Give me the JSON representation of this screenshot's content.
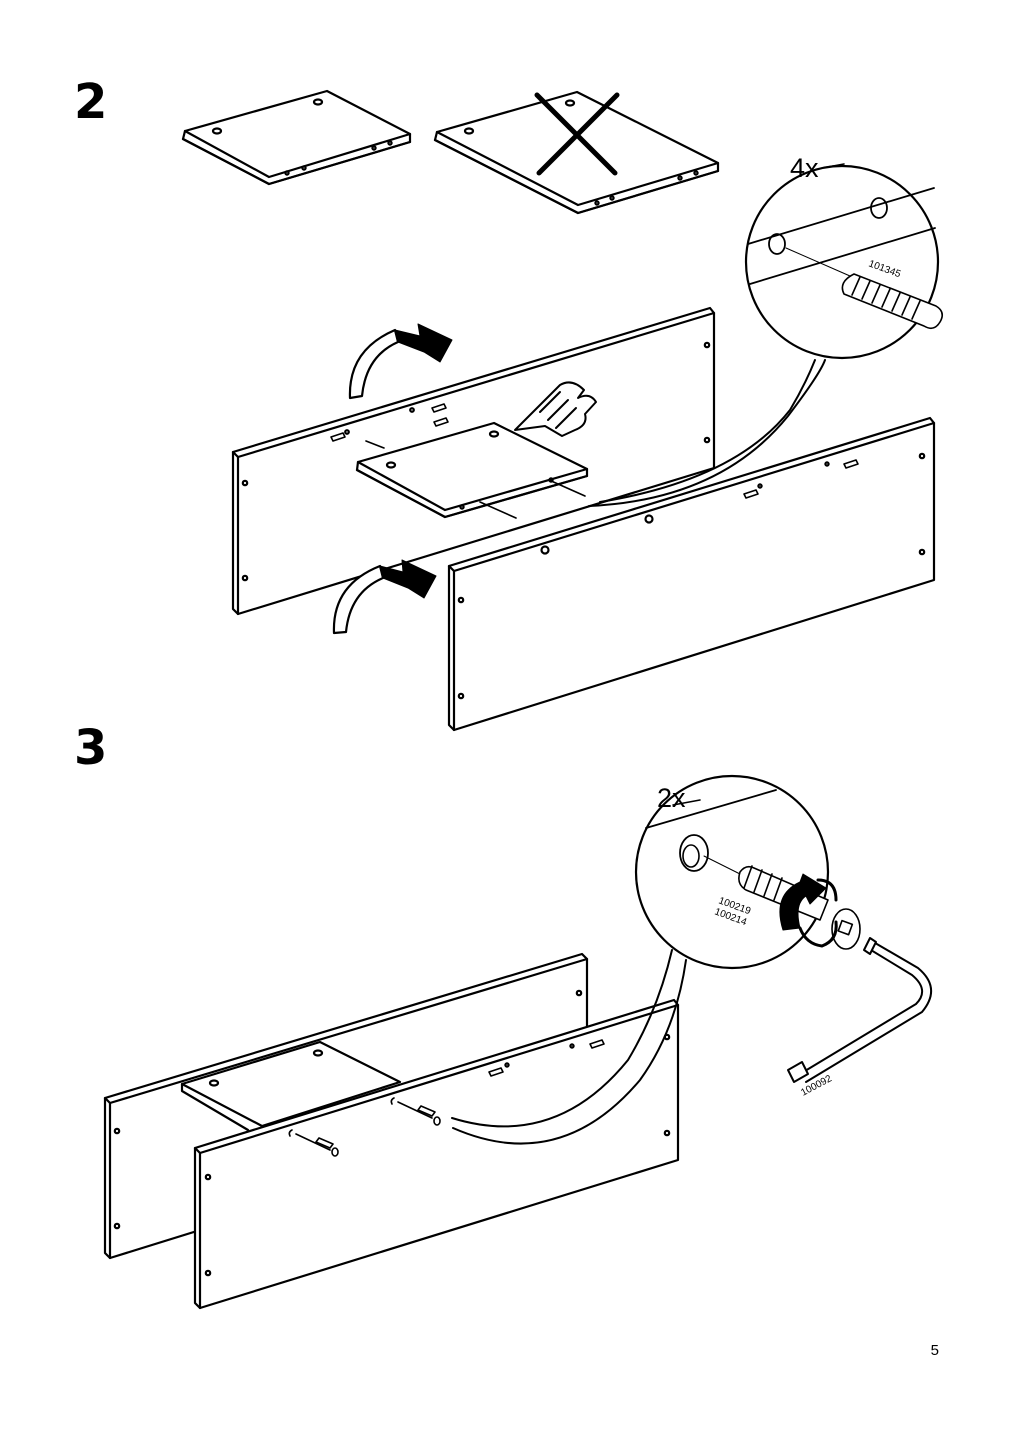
{
  "steps": [
    {
      "number": "2",
      "detail_quantity": "4x",
      "part_codes": [
        "101345"
      ]
    },
    {
      "number": "3",
      "detail_quantity": "2x",
      "part_codes": [
        "100219",
        "100214",
        "100092"
      ]
    }
  ],
  "page_number": "5",
  "icons": {
    "wrong_orientation": "cross-mark-icon",
    "flip": "flip-arrow-icon",
    "press": "pointing-hand-icon",
    "turn": "rotate-arrow-icon"
  }
}
